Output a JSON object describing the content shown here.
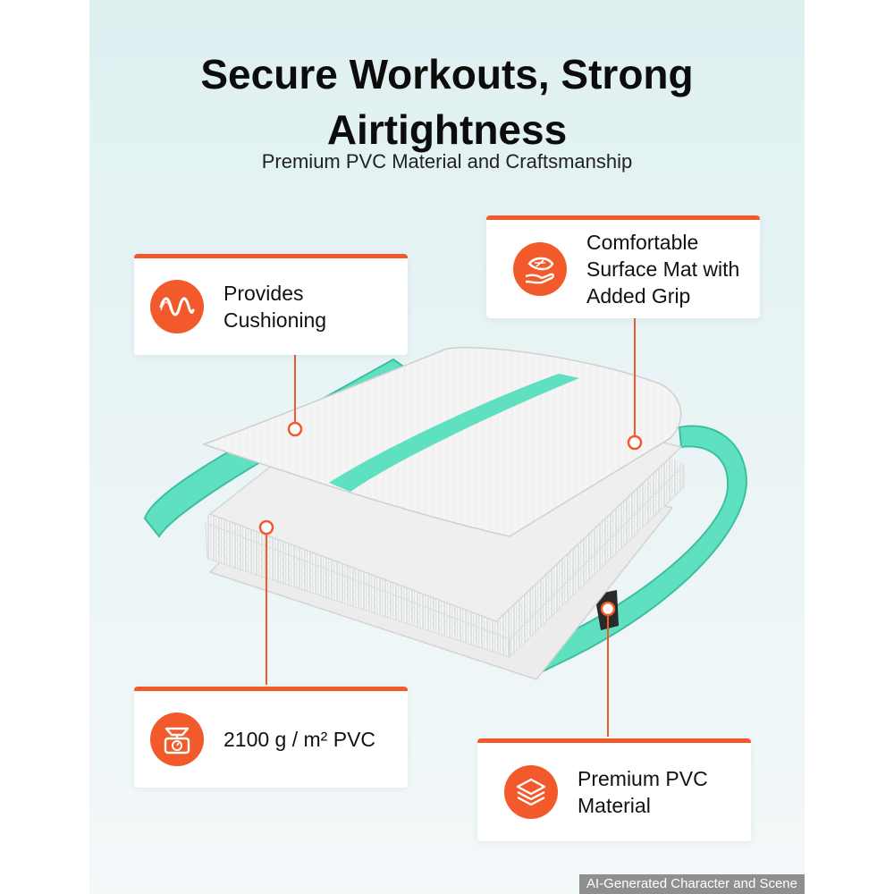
{
  "header": {
    "title_line1": "Secure Workouts, Strong",
    "title_line2": "Airtightness",
    "subtitle": "Premium PVC Material and Craftsmanship"
  },
  "callouts": [
    {
      "id": "cushioning",
      "label": "Provides\nCushioning",
      "icon": "wave-spring-icon"
    },
    {
      "id": "surface-grip",
      "label": "Comfortable\nSurface Mat with\nAdded Grip",
      "icon": "hand-mat-grip-icon"
    },
    {
      "id": "pvc-weight",
      "label": "2100 g / m² PVC",
      "icon": "weighing-scale-icon"
    },
    {
      "id": "pvc-material",
      "label": "Premium PVC\nMaterial",
      "icon": "layers-stack-icon"
    }
  ],
  "footer": {
    "note": "AI-Generated Character and Scene"
  },
  "colors": {
    "accent": "#f25a2b",
    "mint": "#5fe0c0",
    "mat_white": "#f2f2f2",
    "background": "#e3f1f2"
  }
}
